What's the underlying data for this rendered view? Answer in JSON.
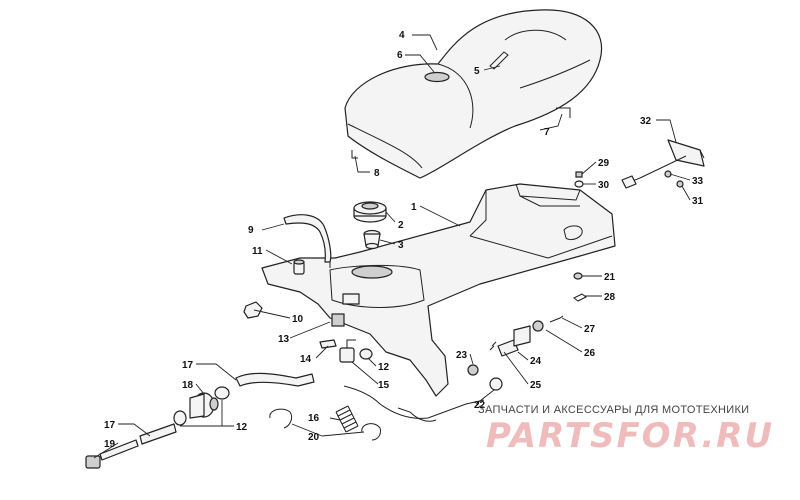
{
  "callouts": [
    {
      "id": "c1",
      "text": "1"
    },
    {
      "id": "c2",
      "text": "2"
    },
    {
      "id": "c3",
      "text": "3"
    },
    {
      "id": "c4",
      "text": "4"
    },
    {
      "id": "c5",
      "text": "5"
    },
    {
      "id": "c6",
      "text": "6"
    },
    {
      "id": "c7",
      "text": "7"
    },
    {
      "id": "c8",
      "text": "8"
    },
    {
      "id": "c9",
      "text": "9"
    },
    {
      "id": "c10",
      "text": "10"
    },
    {
      "id": "c11",
      "text": "11"
    },
    {
      "id": "c12a",
      "text": "12"
    },
    {
      "id": "c12b",
      "text": "12"
    },
    {
      "id": "c13",
      "text": "13"
    },
    {
      "id": "c14",
      "text": "14"
    },
    {
      "id": "c15",
      "text": "15"
    },
    {
      "id": "c16",
      "text": "16"
    },
    {
      "id": "c17a",
      "text": "17"
    },
    {
      "id": "c17b",
      "text": "17"
    },
    {
      "id": "c18",
      "text": "18"
    },
    {
      "id": "c19",
      "text": "19"
    },
    {
      "id": "c20",
      "text": "20"
    },
    {
      "id": "c21",
      "text": "21"
    },
    {
      "id": "c22",
      "text": "22"
    },
    {
      "id": "c23",
      "text": "23"
    },
    {
      "id": "c24",
      "text": "24"
    },
    {
      "id": "c25",
      "text": "25"
    },
    {
      "id": "c26",
      "text": "26"
    },
    {
      "id": "c27",
      "text": "27"
    },
    {
      "id": "c28",
      "text": "28"
    },
    {
      "id": "c29",
      "text": "29"
    },
    {
      "id": "c30",
      "text": "30"
    },
    {
      "id": "c31",
      "text": "31"
    },
    {
      "id": "c32",
      "text": "32"
    },
    {
      "id": "c33",
      "text": "33"
    }
  ],
  "watermark": {
    "caption": "ЗАПЧАСТИ И АКСЕССУАРЫ ДЛЯ МОТОТЕХНИКИ",
    "logo": "PARTSFOR.RU"
  }
}
